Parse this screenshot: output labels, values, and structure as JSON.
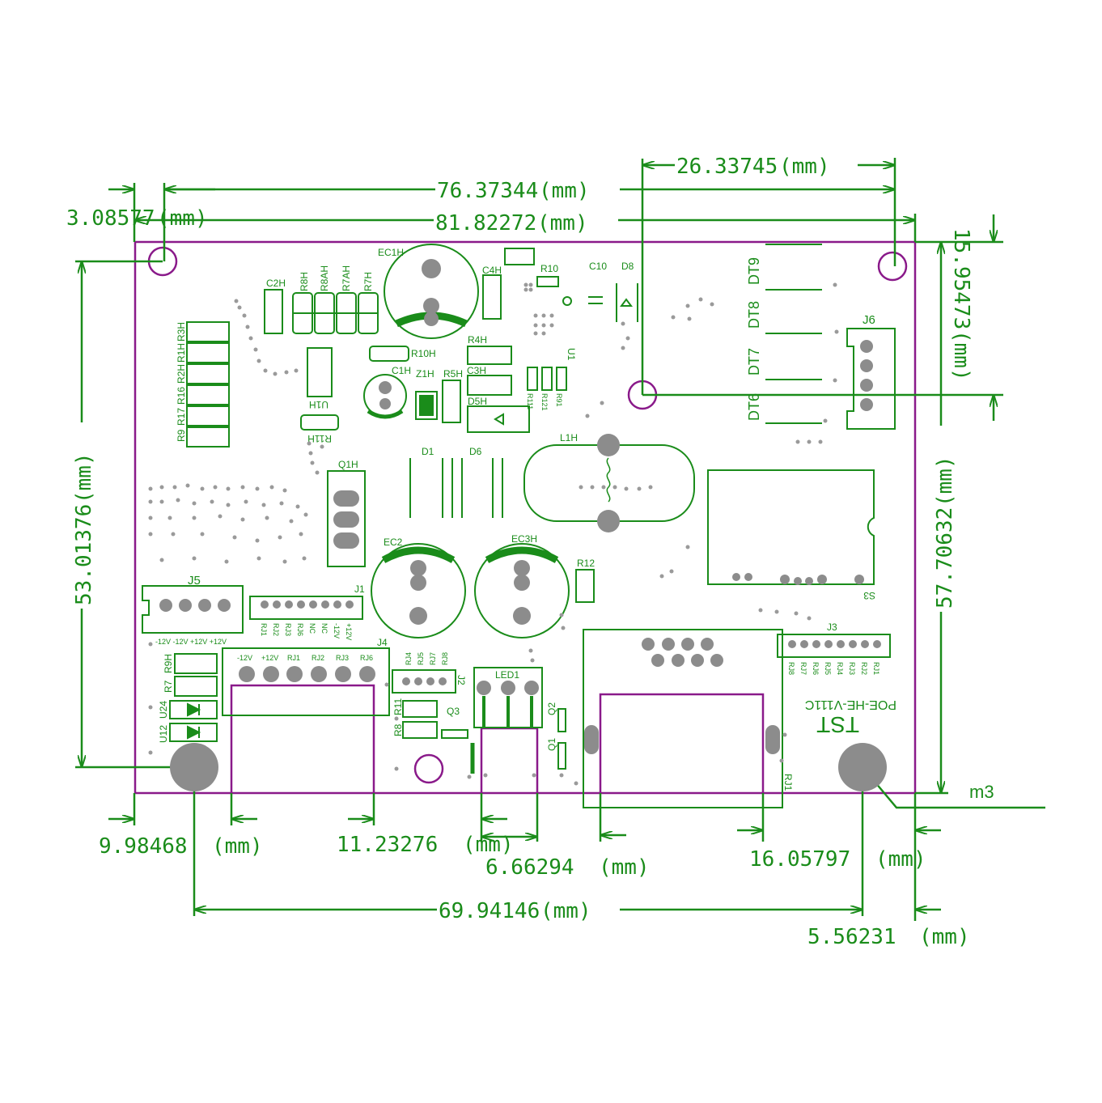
{
  "title": "",
  "dimensions": {
    "d1": {
      "value": "76.37344",
      "unit": "(mm)"
    },
    "d2": {
      "value": "26.33745",
      "unit": "(mm)"
    },
    "d3": {
      "value": "3.08577",
      "unit": "(mm)"
    },
    "d4": {
      "value": "81.82272",
      "unit": "(mm)"
    },
    "d5": {
      "value": "15.95473",
      "unit": "(mm)"
    },
    "d6": {
      "value": "53.01376",
      "unit": "(mm)"
    },
    "d7": {
      "value": "57.70632",
      "unit": "(mm)"
    },
    "d8": {
      "value": "9.98468",
      "unit": "(mm)"
    },
    "d9": {
      "value": "11.23276",
      "unit": "(mm)"
    },
    "d10": {
      "value": "6.66294",
      "unit": "(mm)"
    },
    "d11": {
      "value": "16.05797",
      "unit": "(mm)"
    },
    "d12": {
      "value": "69.94146",
      "unit": "(mm)"
    },
    "d13": {
      "value": "5.56231",
      "unit": "(mm)"
    }
  },
  "hole_label": "m3",
  "board_name": "POE-HE-V111C",
  "board_tag": "TST",
  "designators": {
    "ec1h": "EC1H",
    "c4h": "C4H",
    "r10": "R10",
    "c10": "C10",
    "d8": "D8",
    "c2h": "C2H",
    "r8h": "R8H",
    "r8ah": "R8AH",
    "r7ah": "R7AH",
    "r7h": "R7H",
    "r3h": "R3H",
    "r1h": "R1H",
    "r2h": "R2H",
    "r16": "R16",
    "r17": "R17",
    "r9": "R9",
    "u1h": "U1H",
    "r11h": "R11H",
    "r10h": "R10H",
    "r4h": "R4H",
    "u1": "U1",
    "c1h": "C1H",
    "z1h": "Z1H",
    "r5h": "R5H",
    "c3h": "C3H",
    "d5h": "D5H",
    "r111": "R111",
    "r121": "R121",
    "r91": "R91",
    "dt9": "DT9",
    "dt8": "DT8",
    "dt7": "DT7",
    "dt6": "DT6",
    "j6": "J6",
    "d1": "D1",
    "d6": "D6",
    "l1h": "L1H",
    "q1h": "Q1H",
    "ec2": "EC2",
    "ec3h": "EC3H",
    "r12": "R12",
    "s3": "S3",
    "j5": "J5",
    "j1": "J1",
    "j4": "J4",
    "j3": "J3",
    "j2": "J2",
    "r9h": "R9H",
    "r7": "R7",
    "u24": "U24",
    "u12": "U12",
    "led1": "LED1",
    "r11": "R11",
    "r8": "R8",
    "q3": "Q3",
    "q2": "Q2",
    "q1": "Q1",
    "rj1": "RJ1"
  },
  "j5_pins": "-12V -12V +12V +12V",
  "j4_pins": [
    "-12V",
    "+12V",
    "RJ1",
    "RJ2",
    "RJ3",
    "RJ6"
  ],
  "j1_pins": [
    "RJ1",
    "RJ2",
    "RJ3",
    "RJ6",
    "NC",
    "NC",
    "-12V",
    "+12V"
  ],
  "j2_pins": [
    "RJ4",
    "RJ5",
    "RJ7",
    "RJ8"
  ],
  "j3_pins": [
    "RJ8",
    "RJ7",
    "RJ6",
    "RJ5",
    "RJ4",
    "RJ3",
    "RJ2",
    "RJ1"
  ]
}
